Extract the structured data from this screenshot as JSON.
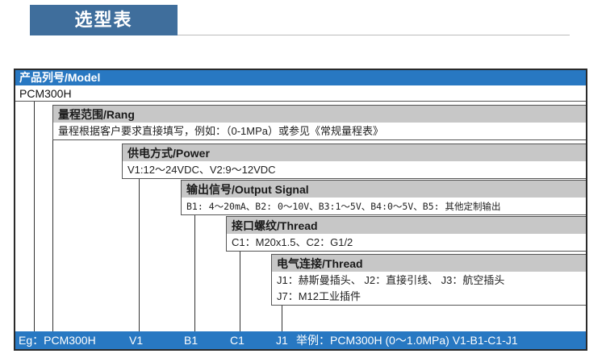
{
  "title": "选型表",
  "model": {
    "header": "产品列号/Model",
    "value": "PCM300H"
  },
  "range": {
    "header": "量程范围/Rang",
    "value": "量程根据客户要求直接填写，例如：（0-1MPa）或参见《常规量程表》"
  },
  "power": {
    "header": "供电方式/Power",
    "value": "V1:12～24VDC、V2:9～12VDC"
  },
  "output": {
    "header": "输出信号/Output Signal",
    "value": "B1: 4～20mA、B2: 0～10V、B3:1～5V、B4:0～5V、B5: 其他定制输出"
  },
  "thread": {
    "header": "接口螺纹/Thread",
    "value": "C1：M20x1.5、C2：G1/2"
  },
  "connection": {
    "header": "电气连接/Thread",
    "line1": "J1：赫斯曼插头、 J2：直接引线、 J3：航空插头",
    "line2": "J7：M12工业插件"
  },
  "example": {
    "prefix": "Eg：PCM300H",
    "v": "V1",
    "b": "B1",
    "c": "C1",
    "j": "J1",
    "text": "举例：PCM300H (0～1.0MPa) V1-B1-C1-J1"
  },
  "colors": {
    "title_bg": "#3f6e9c",
    "blue_bar": "#2878c2",
    "gray_header": "#c7c7c7"
  }
}
